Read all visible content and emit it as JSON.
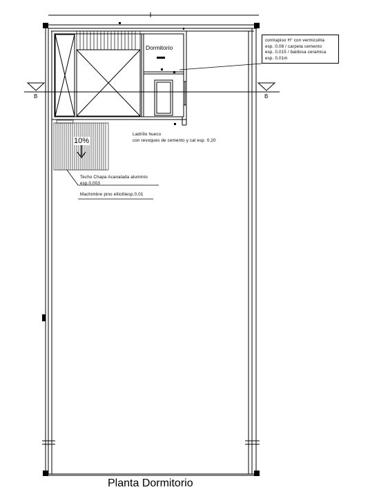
{
  "title": "Planta Dormitorio",
  "room_label": "Dormitorio",
  "section_marks": {
    "left": "B",
    "right": "B"
  },
  "slope_label": "10%",
  "notes": {
    "floor": [
      "contrapiso H° con vermiculita",
      "esp. 0,08 / carpeta cemento",
      "esp. 0,015 / baldosa ceramica",
      "esp. 0,01m"
    ],
    "wall": [
      "Ladrillo hueco",
      "con revoques de cemento y cal esp. 0,20"
    ],
    "roof": [
      "Techo Chapa Acanalada aluminio",
      "esp.0,003"
    ],
    "ceiling": "Machimbre pino elliottiesp.0,01"
  },
  "colors": {
    "line": "#000000",
    "background": "#ffffff"
  }
}
